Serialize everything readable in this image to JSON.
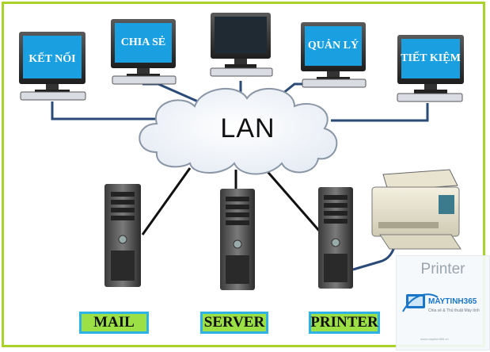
{
  "monitors": [
    {
      "label": "KẾT NỐI"
    },
    {
      "label": "CHIA SẺ"
    },
    {
      "label": ""
    },
    {
      "label": "QUẢN LÝ"
    },
    {
      "label": "TIẾT KIỆM"
    }
  ],
  "center": {
    "label": "LAN"
  },
  "servers": [
    {
      "label": "MAIL"
    },
    {
      "label": "SERVER"
    },
    {
      "label": "PRINTER"
    }
  ],
  "watermark": {
    "title": "Printer",
    "brand": "MAYTINH365",
    "tagline": "Chia sẻ & Thủ thuật Máy tính",
    "url": "www.maytinh365.vn"
  },
  "colors": {
    "frame": "#a8d22a",
    "screen": "#1aa0e0",
    "box_fill": "#9be044",
    "box_border": "#2fb3e6",
    "cable_monitor": "#2a4a78",
    "cable_server": "#111111"
  }
}
